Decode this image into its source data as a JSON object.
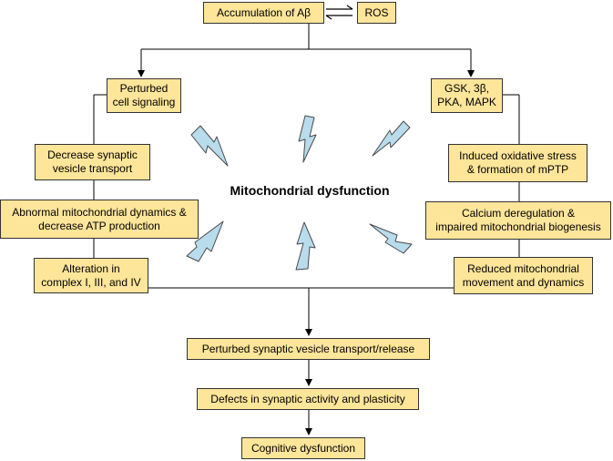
{
  "colors": {
    "box_fill": "#fde59a",
    "box_border": "#333333",
    "bolt_fill": "#b8dcec",
    "bolt_stroke": "#4a4a4a"
  },
  "nodes": {
    "abeta": "Accumulation of Aβ",
    "ros": "ROS",
    "perturbed_signaling": "Perturbed\ncell signaling",
    "kinases": "GSK, 3β,\nPKA, MAPK",
    "synaptic_vesicle_transport": "Decrease synaptic\nvesicle transport",
    "oxidative_stress": "Induced oxidative stress\n& formation of mPTP",
    "mito_dynamics_atp": "Abnormal mitochondrial dynamics &\ndecrease ATP production",
    "calcium": "Calcium deregulation &\nimpaired mitochondrial biogenesis",
    "complexes": "Alteration in\ncomplex I, III, and IV",
    "movement": "Reduced mitochondrial\nmovement and dynamics",
    "vesicle_release": "Perturbed synaptic vesicle transport/release",
    "synaptic_defects": "Defects in synaptic activity and plasticity",
    "cognitive": "Cognitive dysfunction"
  },
  "center_label": "Mitochondrial dysfunction",
  "icons": [
    "lightning-bolt-icon",
    "double-arrow-icon"
  ]
}
